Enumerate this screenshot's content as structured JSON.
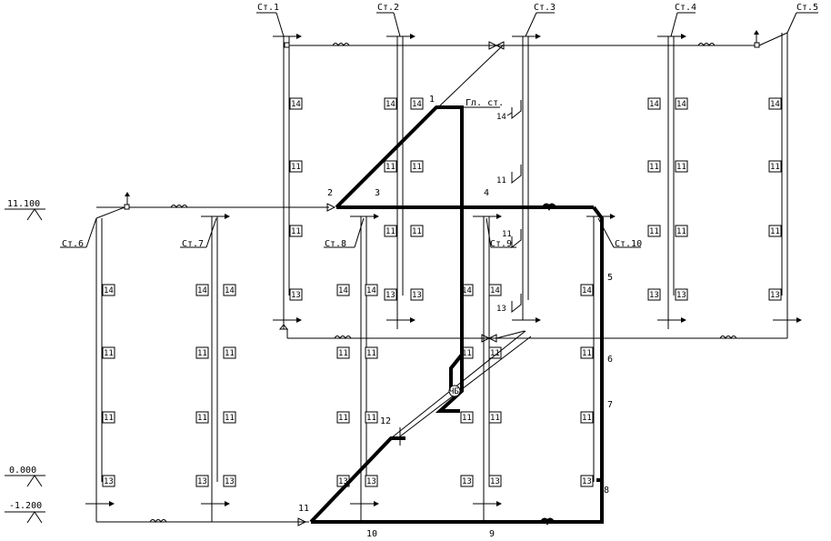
{
  "levels": [
    "11.100",
    "0.000",
    "-1.200"
  ],
  "risers": [
    "Ст.1",
    "Ст.2",
    "Ст.3",
    "Ст.4",
    "Ст.5",
    "Ст.6",
    "Ст.7",
    "Ст.8",
    "Ст.9",
    "Ст.10"
  ],
  "main_riser": "Гл. ст.",
  "node_numbers": [
    "1",
    "2",
    "3",
    "4",
    "5",
    "6",
    "7",
    "8",
    "9",
    "10",
    "11",
    "12"
  ],
  "unit_label": "ЧБ",
  "floor_tags": [
    "14",
    "11",
    "13"
  ]
}
